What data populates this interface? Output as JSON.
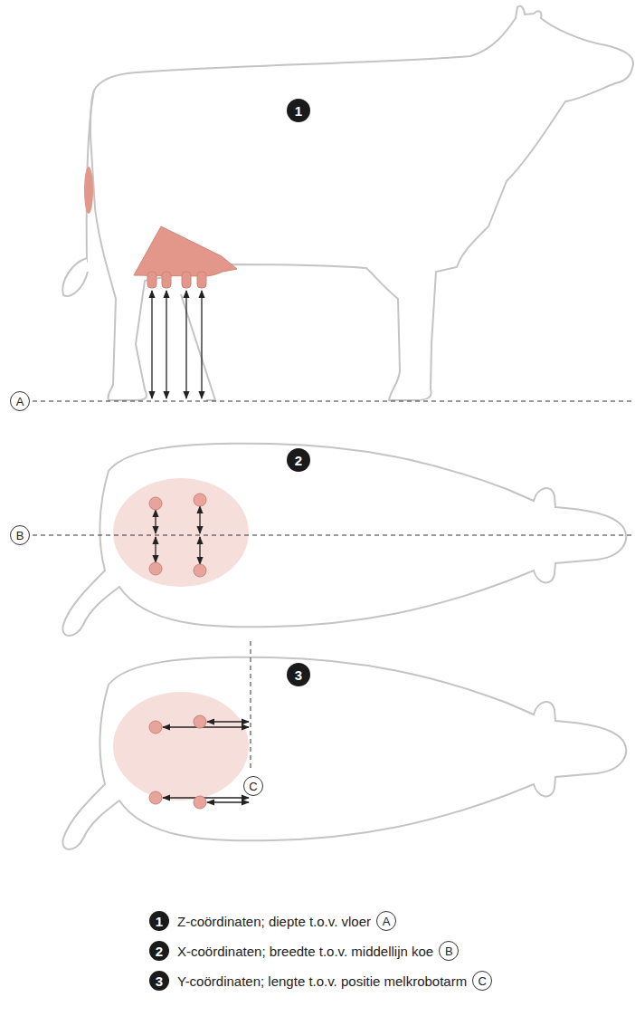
{
  "diagram": {
    "nodes": [
      {
        "text": [
          "1"
        ]
      },
      {
        "text": [
          "A"
        ]
      },
      {
        "text": [
          "2"
        ]
      },
      {
        "text": [
          "B"
        ]
      },
      {
        "text": [
          "3"
        ]
      },
      {
        "text": [
          "C"
        ]
      },
      {
        "text": [
          "1"
        ]
      },
      {
        "text": [
          "A"
        ]
      },
      {
        "text": [
          "2"
        ]
      },
      {
        "text": [
          "B"
        ]
      },
      {
        "text": [
          "3"
        ]
      },
      {
        "text": [
          "C"
        ]
      }
    ],
    "labels": [
      "Z-coördinaten; diepte t.o.v. vloer",
      "X-coördinaten; breedte t.o.v. middellijn koe",
      "Y-coördinaten; lengte t.o.v. positie melkrobotarm"
    ]
  }
}
